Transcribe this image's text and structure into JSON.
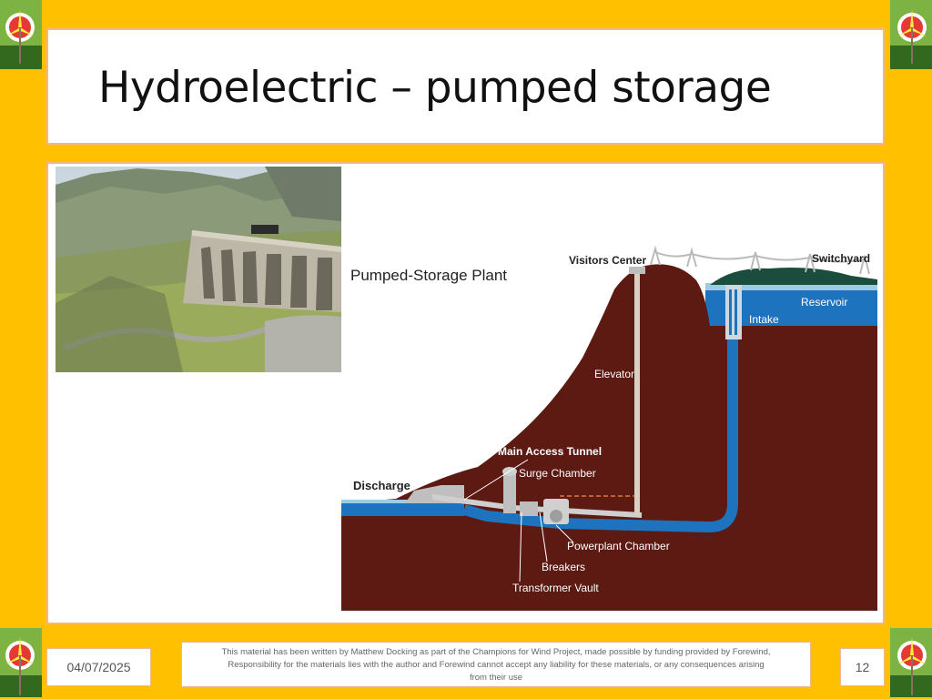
{
  "slide": {
    "title": "Hydroelectric – pumped storage"
  },
  "diagram": {
    "heading": "Pumped-Storage Plant",
    "labels": {
      "visitors_center": "Visitors Center",
      "switchyard": "Switchyard",
      "reservoir": "Reservoir",
      "intake": "Intake",
      "elevator": "Elevator",
      "main_access_tunnel": "Main Access Tunnel",
      "surge_chamber": "Surge Chamber",
      "discharge": "Discharge",
      "powerplant_chamber": "Powerplant Chamber",
      "breakers": "Breakers",
      "transformer_vault": "Transformer Vault"
    }
  },
  "footer": {
    "date": "04/07/2025",
    "note_line1": "This material has been written by Matthew Docking as part of  the Champions for Wind Project, made possible by funding provided by Forewind,",
    "note_line2": "Responsibility for the materials lies with the author and Forewind cannot accept any liability for these materials, or any consequences arising",
    "note_line3": "from their use",
    "page_number": "12"
  },
  "colors": {
    "frame": "#FFC000",
    "border": "#F5B58C",
    "earth": "#5C1A12",
    "water": "#1E73BE"
  }
}
